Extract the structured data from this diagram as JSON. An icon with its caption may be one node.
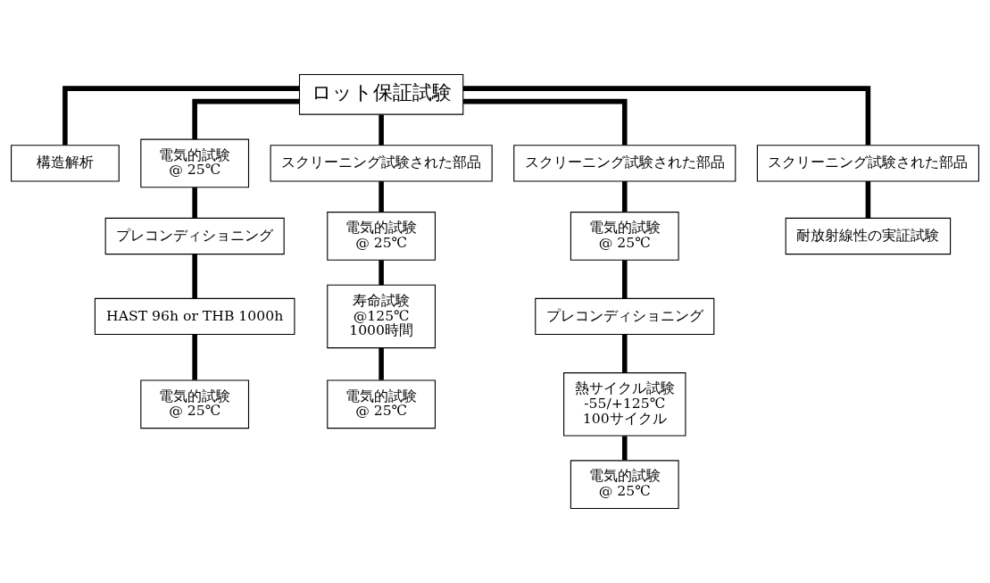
{
  "diagram": {
    "nodes": [
      {
        "text": [
          "ロット保証試験"
        ]
      },
      {
        "text": [
          "構造解析"
        ]
      },
      {
        "text": [
          "電気的試験",
          "@ 25℃"
        ]
      },
      {
        "text": [
          "プレコンディショニング"
        ]
      },
      {
        "text": [
          "HAST 96h or THB 1000h"
        ]
      },
      {
        "text": [
          "電気的試験",
          "@ 25℃"
        ]
      },
      {
        "text": [
          "スクリーニング試験された部品"
        ]
      },
      {
        "text": [
          "電気的試験",
          "@ 25℃"
        ]
      },
      {
        "text": [
          "寿命試験",
          "@125℃",
          "1000時間"
        ]
      },
      {
        "text": [
          "電気的試験",
          "@ 25℃"
        ]
      },
      {
        "text": [
          "スクリーニング試験された部品"
        ]
      },
      {
        "text": [
          "電気的試験",
          "@ 25℃"
        ]
      },
      {
        "text": [
          "プレコンディショニング"
        ]
      },
      {
        "text": [
          "熱サイクル試験",
          "-55/+125℃",
          "100サイクル"
        ]
      },
      {
        "text": [
          "電気的試験",
          "@ 25℃"
        ]
      },
      {
        "text": [
          "スクリーニング試験された部品"
        ]
      },
      {
        "text": [
          "耐放射線性の実証試験"
        ]
      }
    ],
    "edges": [
      {
        "from": 0,
        "to": 1,
        "arrow": "none"
      },
      {
        "from": 0,
        "to": 2,
        "arrow": "none"
      },
      {
        "from": 0,
        "to": 6,
        "arrow": "none"
      },
      {
        "from": 0,
        "to": 10,
        "arrow": "none"
      },
      {
        "from": 0,
        "to": 15,
        "arrow": "none"
      },
      {
        "from": 2,
        "to": 3,
        "arrow": "none"
      },
      {
        "from": 3,
        "to": 4,
        "arrow": "none"
      },
      {
        "from": 4,
        "to": 5,
        "arrow": "none"
      },
      {
        "from": 6,
        "to": 7,
        "arrow": "none"
      },
      {
        "from": 7,
        "to": 8,
        "arrow": "none"
      },
      {
        "from": 8,
        "to": 9,
        "arrow": "none"
      },
      {
        "from": 10,
        "to": 11,
        "arrow": "none"
      },
      {
        "from": 11,
        "to": 12,
        "arrow": "none"
      },
      {
        "from": 12,
        "to": 13,
        "arrow": "none"
      },
      {
        "from": 13,
        "to": 14,
        "arrow": "none"
      },
      {
        "from": 15,
        "to": 16,
        "arrow": "none"
      }
    ]
  }
}
